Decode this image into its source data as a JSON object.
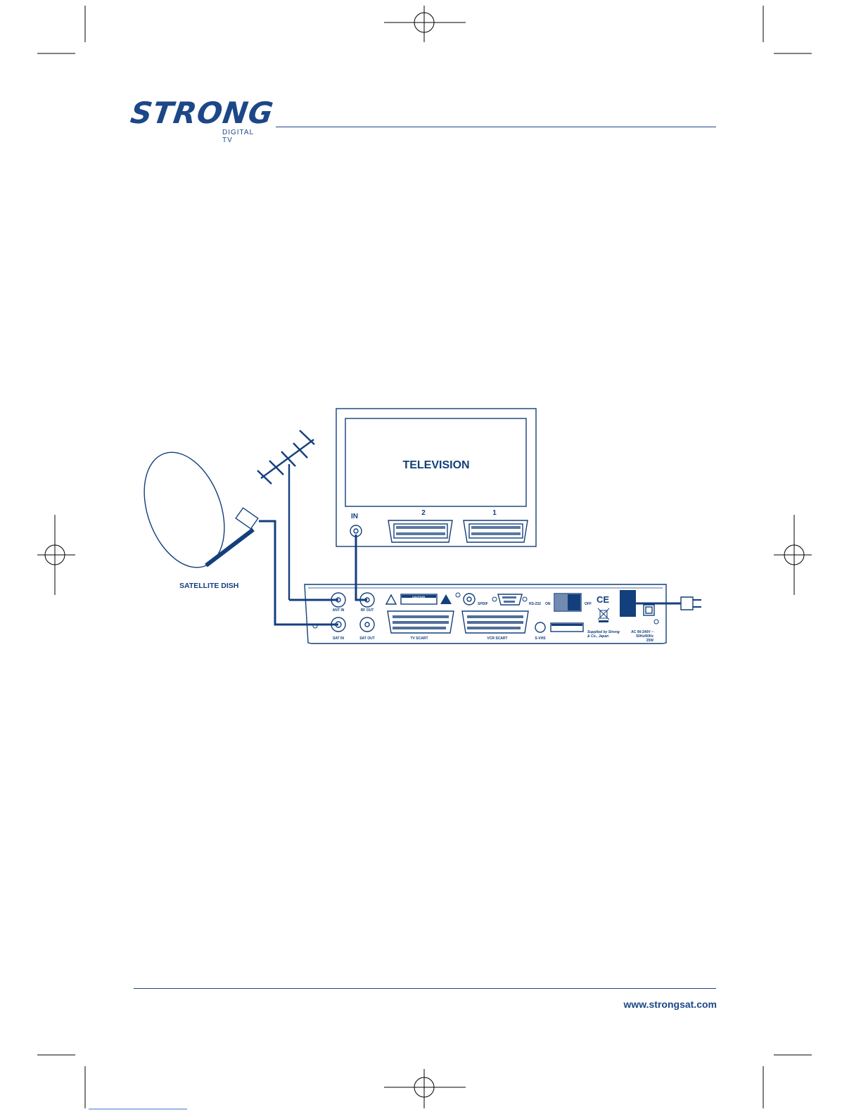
{
  "header": {
    "brand": "STRONG",
    "subtitle": "DIGITAL TV",
    "brand_color": "#1c4788"
  },
  "footer": {
    "website": "www.strongsat.com"
  },
  "diagram": {
    "television_label": "TELEVISION",
    "tv_input_label": "IN",
    "tv_scart_2": "2",
    "tv_scart_1": "1",
    "dish_label": "SATELLITE DISH",
    "receiver": {
      "ant_in": "ANT IN",
      "rf_out": "RF OUT",
      "sat_in": "SAT IN",
      "sat_out": "SAT OUT",
      "tv_scart": "TV SCART",
      "vcr_scart": "VCR SCART",
      "spdif": "SPDIF",
      "rs232": "RS-232",
      "svhs": "S-VHS",
      "power_on": "ON",
      "power_off": "OFF",
      "caution": "CAUTION",
      "supplied_by_1": "Supplied by Strong",
      "supplied_by_2": "& Co., Japan",
      "power_rating_1": "AC 90-240V ~",
      "power_rating_2": "50Hz/60Hz",
      "power_rating_3": "25W",
      "ce_mark": "CE"
    },
    "line_color": "#133f7c"
  }
}
